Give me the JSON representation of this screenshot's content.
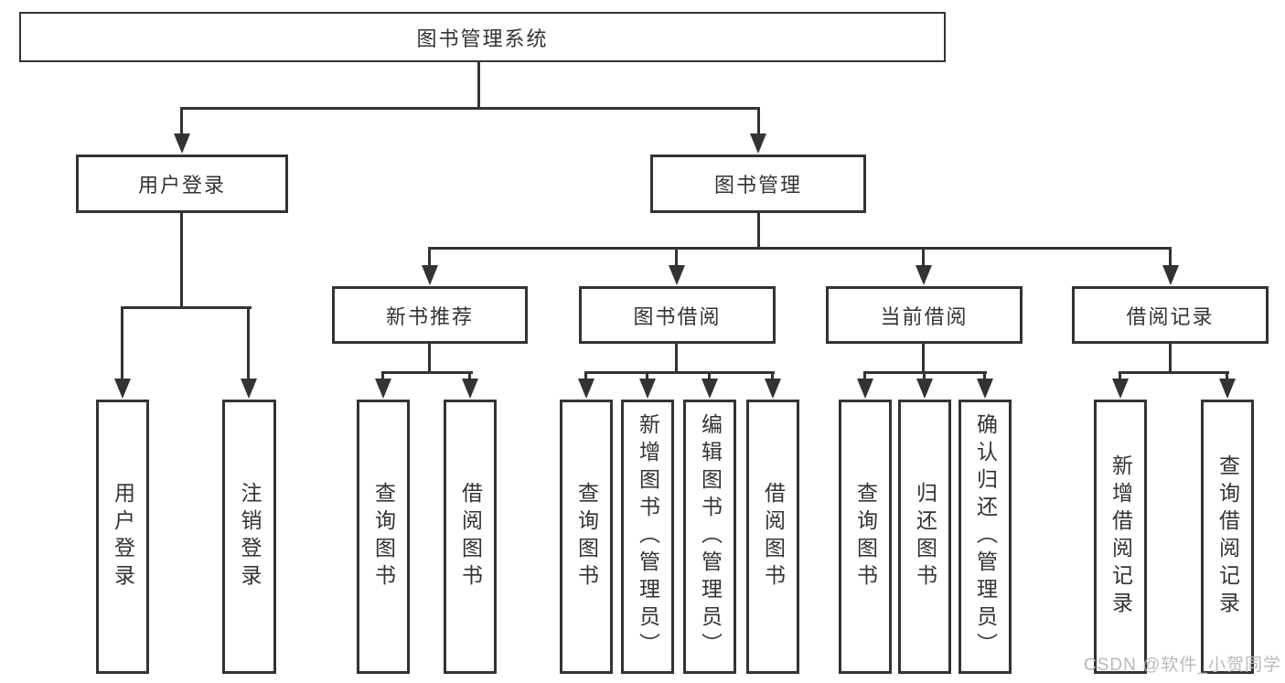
{
  "diagram": {
    "watermark": "CSDN @软件_小贺同学",
    "colors": {
      "line": "#333333",
      "text": "#333333",
      "watermark": "#b9b9b9",
      "background": "#ffffff"
    },
    "nodes": {
      "root": {
        "label": "图书管理系统"
      },
      "user_login": {
        "label": "用户登录"
      },
      "book_mgmt": {
        "label": "图书管理"
      },
      "new_book": {
        "label": "新书推荐"
      },
      "book_borrow": {
        "label": "图书借阅"
      },
      "current_borrow": {
        "label": "当前借阅"
      },
      "borrow_record": {
        "label": "借阅记录"
      },
      "leaf_user_login": {
        "label": "用户登录"
      },
      "leaf_logout": {
        "label": "注销登录"
      },
      "leaf_newbook_query": {
        "label": "查询图书"
      },
      "leaf_newbook_borrow": {
        "label": "借阅图书"
      },
      "leaf_borrow_query": {
        "label": "查询图书"
      },
      "leaf_borrow_add": {
        "label": "新增图书（管理员）"
      },
      "leaf_borrow_edit": {
        "label": "编辑图书（管理员）"
      },
      "leaf_borrow_borrow": {
        "label": "借阅图书"
      },
      "leaf_current_query": {
        "label": "查询图书"
      },
      "leaf_current_return": {
        "label": "归还图书"
      },
      "leaf_current_confirm": {
        "label": "确认归还（管理员）"
      },
      "leaf_record_add": {
        "label": "新增借阅记录"
      },
      "leaf_record_query": {
        "label": "查询借阅记录"
      }
    }
  }
}
